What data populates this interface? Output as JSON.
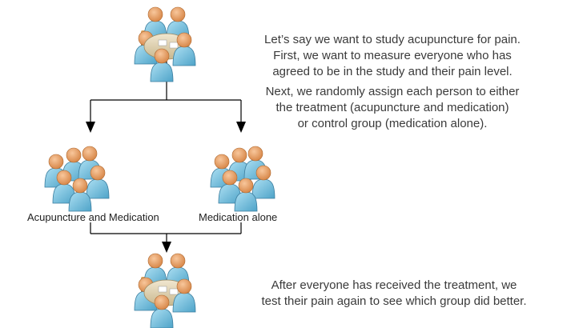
{
  "paragraphs": {
    "intro": [
      "Let’s say we want to study acupuncture for pain.",
      "First, we want to measure everyone who has",
      "agreed to be in the study and their pain level."
    ],
    "assign": [
      "Next, we randomly assign each person to either",
      "the treatment (acupuncture and medication)",
      "or control group (medication alone)."
    ],
    "outcome": [
      "After everyone has received the treatment, we",
      "test their pain again to see which group did better."
    ]
  },
  "groups": {
    "treatment_label": "Acupuncture and Medication",
    "control_label": "Medication alone"
  },
  "icons": {
    "top": "meeting-table-icon",
    "treatment": "people-group-icon",
    "control": "people-group-icon",
    "bottom": "meeting-table-icon"
  },
  "colors": {
    "skin": "#f0a868",
    "shirt": "#7ec3e0",
    "table": "#e0d2b4",
    "line": "#000000"
  }
}
